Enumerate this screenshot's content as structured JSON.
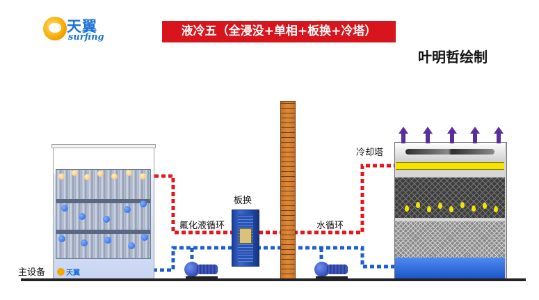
{
  "logo": {
    "brand_cn": "天翼",
    "brand_en": "surfing"
  },
  "title": "液冷五（全浸没+单相+板换+冷塔）",
  "author": "叶明哲绘制",
  "labels": {
    "main_equipment": "主设备",
    "fluoride_loop": "氟化液循环",
    "plate_exchanger": "板换",
    "water_loop": "水循环",
    "cooling_tower": "冷却塔"
  },
  "colors": {
    "hot_pipe": "#e8141c",
    "cold_pipe": "#1a5fd0",
    "banner": "#d8141c",
    "exhaust_arrow": "#5a2c9c",
    "spray": "#f5e400"
  },
  "icons": [
    "logo-ring-icon",
    "pump-icon",
    "up-arrow-icon",
    "fan-icon",
    "water-drop-icon"
  ]
}
